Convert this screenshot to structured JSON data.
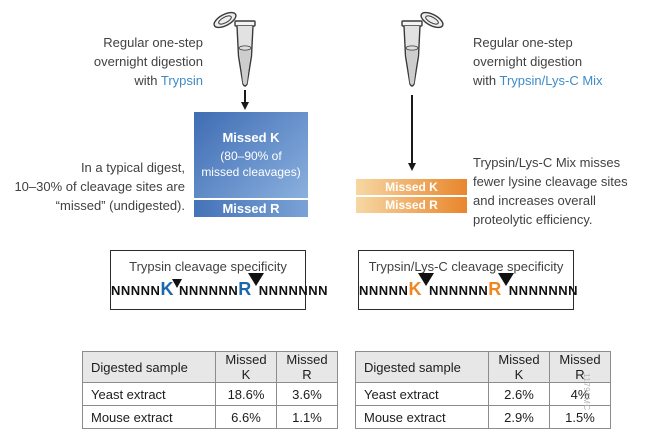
{
  "figure_code": "11798MC",
  "colors": {
    "enzyme_blue": "#3E8BC8",
    "sequence_blue": "#1B66AD",
    "sequence_orange": "#EE8722",
    "missed_box_blue_dark": "#3F6DB4",
    "missed_box_blue_light": "#8AB0DE",
    "bar_orange_light": "#F7D7A4",
    "bar_orange_dark": "#E8862C"
  },
  "left": {
    "intro": {
      "line1": "Regular one-step",
      "line2": "overnight digestion",
      "with": "with",
      "enzyme": "Trypsin"
    },
    "missed_box": {
      "k_label": "Missed K",
      "k_note_line1": "(80–90% of",
      "k_note_line2": "missed cleavages)",
      "r_label": "Missed R"
    },
    "note": {
      "line1": "In a typical digest,",
      "line2": "10–30% of cleavage sites are",
      "line3": "“missed” (undigested)."
    },
    "specificity": {
      "title": "Trypsin cleavage specificity",
      "seq_pre": "NNNNN",
      "lys": "K",
      "seq_mid": "NNNNNN",
      "arg": "R",
      "seq_post": "NNNNNNN"
    },
    "table": {
      "headers": [
        "Digested sample",
        "Missed K",
        "Missed R"
      ],
      "rows": [
        [
          "Yeast extract",
          "18.6%",
          "3.6%"
        ],
        [
          "Mouse extract",
          "6.6%",
          "1.1%"
        ]
      ]
    }
  },
  "right": {
    "intro": {
      "line1": "Regular one-step",
      "line2": "overnight digestion",
      "with": "with",
      "enzyme": "Trypsin/Lys-C Mix"
    },
    "bars": {
      "k_label": "Missed K",
      "r_label": "Missed R"
    },
    "note": {
      "line1": "Trypsin/Lys-C Mix misses",
      "line2": "fewer lysine cleavage sites",
      "line3": "and increases overall",
      "line4": "proteolytic efficiency."
    },
    "specificity": {
      "title": "Trypsin/Lys-C cleavage specificity",
      "seq_pre": "NNNNN",
      "lys": "K",
      "seq_mid": "NNNNNN",
      "arg": "R",
      "seq_post": "NNNNNNN"
    },
    "table": {
      "headers": [
        "Digested sample",
        "Missed K",
        "Missed R"
      ],
      "rows": [
        [
          "Yeast extract",
          "2.6%",
          "4%"
        ],
        [
          "Mouse extract",
          "2.9%",
          "1.5%"
        ]
      ]
    }
  }
}
